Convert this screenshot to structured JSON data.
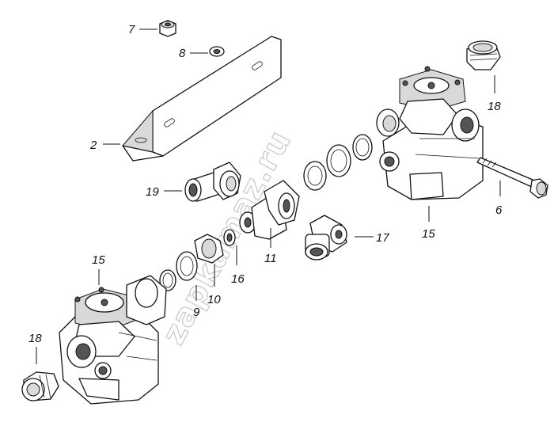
{
  "watermark": "zapkamaz.ru",
  "labels": {
    "l2": "2",
    "l6": "6",
    "l7": "7",
    "l8": "8",
    "l9": "9",
    "l10": "10",
    "l11": "11",
    "l15a": "15",
    "l15b": "15",
    "l16": "16",
    "l17": "17",
    "l18a": "18",
    "l18b": "18",
    "l19": "19"
  }
}
